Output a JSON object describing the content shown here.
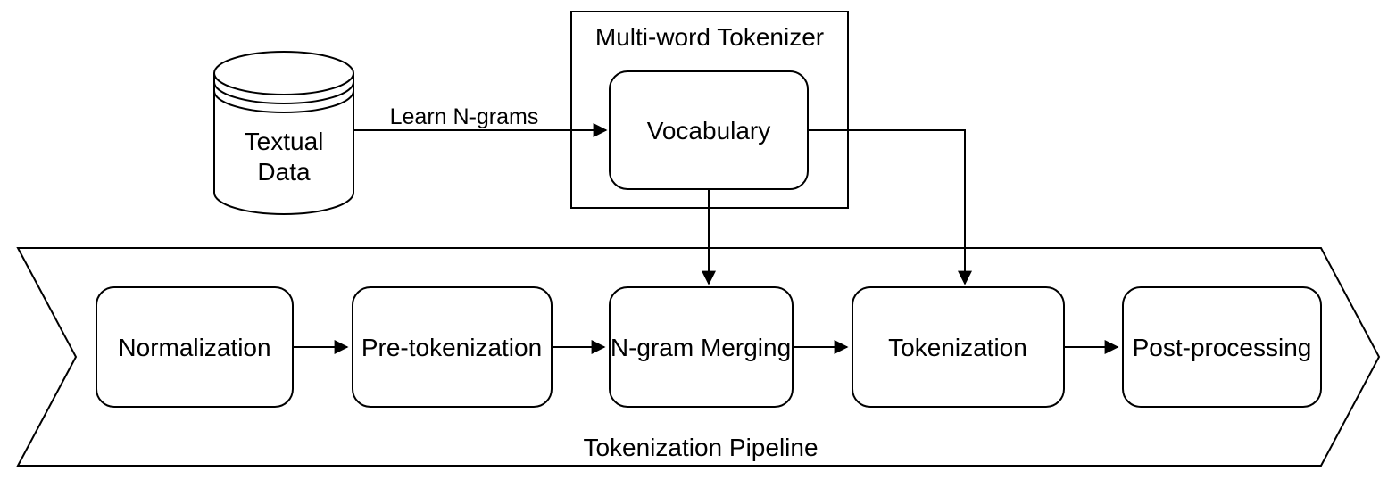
{
  "diagram": {
    "datastore": {
      "label_line1": "Textual",
      "label_line2": "Data",
      "fill": "#ffffff",
      "stroke": "#000000"
    },
    "edges": {
      "learn_ngrams_label": "Learn N-grams"
    },
    "tokenizer_container": {
      "label": "Multi-word Tokenizer",
      "fill": "#ffffff",
      "stroke": "#000000"
    },
    "vocabulary": {
      "label": "Vocabulary",
      "fill": "#ffffff",
      "stroke": "#000000"
    },
    "pipeline": {
      "label": "Tokenization Pipeline",
      "banner_fill": "#ffffff",
      "banner_stroke": "#000000",
      "stages": [
        {
          "id": "normalization",
          "label": "Normalization",
          "fill": "#dae8fc",
          "stroke": "#6c8ebf"
        },
        {
          "id": "pre-tokenization",
          "label": "Pre-tokenization",
          "fill": "#f8cecc",
          "stroke": "#b85450"
        },
        {
          "id": "ngram-merging",
          "label": "N-gram Merging",
          "fill": "#ffffff",
          "stroke": "#000000"
        },
        {
          "id": "tokenization",
          "label": "Tokenization",
          "fill": "#ffe6cc",
          "stroke": "#d79b00"
        },
        {
          "id": "post-processing",
          "label": "Post-processing",
          "fill": "#e1d5e7",
          "stroke": "#9673a6"
        }
      ]
    }
  }
}
